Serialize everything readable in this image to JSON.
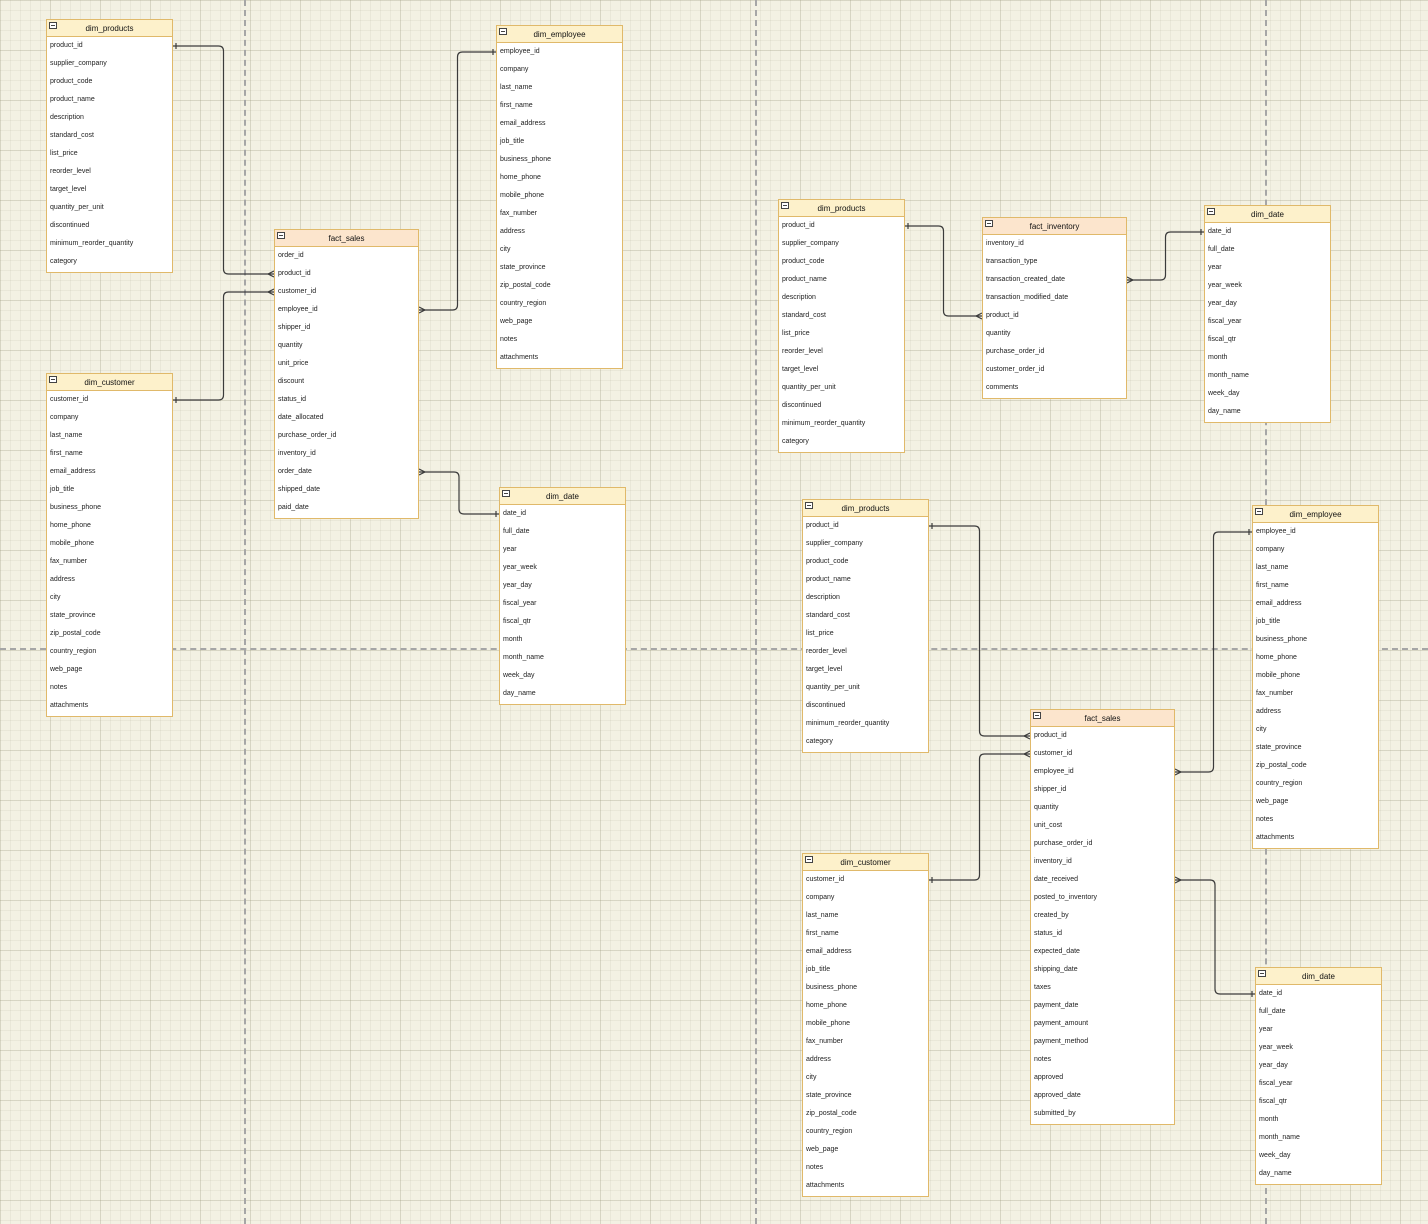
{
  "tables": [
    {
      "id": "t_products_1",
      "name": "dim_products",
      "kind": "dim",
      "columns": [
        "product_id",
        "supplier_company",
        "product_code",
        "product_name",
        "description",
        "standard_cost",
        "list_price",
        "reorder_level",
        "target_level",
        "quantity_per_unit",
        "discontinued",
        "minimum_reorder_quantity",
        "category"
      ]
    },
    {
      "id": "t_customer_1",
      "name": "dim_customer",
      "kind": "dim",
      "columns": [
        "customer_id",
        "company",
        "last_name",
        "first_name",
        "email_address",
        "job_title",
        "business_phone",
        "home_phone",
        "mobile_phone",
        "fax_number",
        "address",
        "city",
        "state_province",
        "zip_postal_code",
        "country_region",
        "web_page",
        "notes",
        "attachments"
      ]
    },
    {
      "id": "t_fact_sales_1",
      "name": "fact_sales",
      "kind": "fact",
      "columns": [
        "order_id",
        "product_id",
        "customer_id",
        "employee_id",
        "shipper_id",
        "quantity",
        "unit_price",
        "discount",
        "status_id",
        "date_allocated",
        "purchase_order_id",
        "inventory_id",
        "order_date",
        "shipped_date",
        "paid_date"
      ]
    },
    {
      "id": "t_employee_1",
      "name": "dim_employee",
      "kind": "dim",
      "columns": [
        "employee_id",
        "company",
        "last_name",
        "first_name",
        "email_address",
        "job_title",
        "business_phone",
        "home_phone",
        "mobile_phone",
        "fax_number",
        "address",
        "city",
        "state_province",
        "zip_postal_code",
        "country_region",
        "web_page",
        "notes",
        "attachments"
      ]
    },
    {
      "id": "t_date_1",
      "name": "dim_date",
      "kind": "dim",
      "columns": [
        "date_id",
        "full_date",
        "year",
        "year_week",
        "year_day",
        "fiscal_year",
        "fiscal_qtr",
        "month",
        "month_name",
        "week_day",
        "day_name"
      ]
    },
    {
      "id": "t_products_2",
      "name": "dim_products",
      "kind": "dim",
      "columns": [
        "product_id",
        "supplier_company",
        "product_code",
        "product_name",
        "description",
        "standard_cost",
        "list_price",
        "reorder_level",
        "target_level",
        "quantity_per_unit",
        "discontinued",
        "minimum_reorder_quantity",
        "category"
      ]
    },
    {
      "id": "t_fact_inventory",
      "name": "fact_inventory",
      "kind": "fact",
      "columns": [
        "inventory_id",
        "transaction_type",
        "transaction_created_date",
        "transaction_modified_date",
        "product_id",
        "quantity",
        "purchase_order_id",
        "customer_order_id",
        "comments"
      ]
    },
    {
      "id": "t_date_2",
      "name": "dim_date",
      "kind": "dim",
      "columns": [
        "date_id",
        "full_date",
        "year",
        "year_week",
        "year_day",
        "fiscal_year",
        "fiscal_qtr",
        "month",
        "month_name",
        "week_day",
        "day_name"
      ]
    },
    {
      "id": "t_products_3",
      "name": "dim_products",
      "kind": "dim",
      "columns": [
        "product_id",
        "supplier_company",
        "product_code",
        "product_name",
        "description",
        "standard_cost",
        "list_price",
        "reorder_level",
        "target_level",
        "quantity_per_unit",
        "discontinued",
        "minimum_reorder_quantity",
        "category"
      ]
    },
    {
      "id": "t_employee_2",
      "name": "dim_employee",
      "kind": "dim",
      "columns": [
        "employee_id",
        "company",
        "last_name",
        "first_name",
        "email_address",
        "job_title",
        "business_phone",
        "home_phone",
        "mobile_phone",
        "fax_number",
        "address",
        "city",
        "state_province",
        "zip_postal_code",
        "country_region",
        "web_page",
        "notes",
        "attachments"
      ]
    },
    {
      "id": "t_fact_sales_2",
      "name": "fact_sales",
      "kind": "fact",
      "columns": [
        "product_id",
        "customer_id",
        "employee_id",
        "shipper_id",
        "quantity",
        "unit_cost",
        "purchase_order_id",
        "inventory_id",
        "date_received",
        "posted_to_inventory",
        "created_by",
        "status_id",
        "expected_date",
        "shipping_date",
        "taxes",
        "payment_date",
        "payment_amount",
        "payment_method",
        "notes",
        "approved",
        "approved_date",
        "submitted_by"
      ]
    },
    {
      "id": "t_customer_2",
      "name": "dim_customer",
      "kind": "dim",
      "columns": [
        "customer_id",
        "company",
        "last_name",
        "first_name",
        "email_address",
        "job_title",
        "business_phone",
        "home_phone",
        "mobile_phone",
        "fax_number",
        "address",
        "city",
        "state_province",
        "zip_postal_code",
        "country_region",
        "web_page",
        "notes",
        "attachments"
      ]
    },
    {
      "id": "t_date_3",
      "name": "dim_date",
      "kind": "dim",
      "columns": [
        "date_id",
        "full_date",
        "year",
        "year_week",
        "year_day",
        "fiscal_year",
        "fiscal_qtr",
        "month",
        "month_name",
        "week_day",
        "day_name"
      ]
    }
  ],
  "relationships": [
    {
      "from": "t_products_1",
      "from_col": "product_id",
      "to": "t_fact_sales_1",
      "to_col": "product_id"
    },
    {
      "from": "t_customer_1",
      "from_col": "customer_id",
      "to": "t_fact_sales_1",
      "to_col": "customer_id"
    },
    {
      "from": "t_employee_1",
      "from_col": "employee_id",
      "to": "t_fact_sales_1",
      "to_col": "employee_id"
    },
    {
      "from": "t_date_1",
      "from_col": "date_id",
      "to": "t_fact_sales_1",
      "to_col": "order_date"
    },
    {
      "from": "t_products_2",
      "from_col": "product_id",
      "to": "t_fact_inventory",
      "to_col": "product_id"
    },
    {
      "from": "t_date_2",
      "from_col": "date_id",
      "to": "t_fact_inventory",
      "to_col": "transaction_created_date"
    },
    {
      "from": "t_products_3",
      "from_col": "product_id",
      "to": "t_fact_sales_2",
      "to_col": "product_id"
    },
    {
      "from": "t_customer_2",
      "from_col": "customer_id",
      "to": "t_fact_sales_2",
      "to_col": "customer_id"
    },
    {
      "from": "t_employee_2",
      "from_col": "employee_id",
      "to": "t_fact_sales_2",
      "to_col": "employee_id"
    },
    {
      "from": "t_date_3",
      "from_col": "date_id",
      "to": "t_fact_sales_2",
      "to_col": "date_received"
    }
  ],
  "colors": {
    "dim_header": "#fdf1cb",
    "fact_header": "#fce5cd",
    "table_border": "#e0b96a",
    "connector": "#3b3b3b",
    "page_break": "#a6a6a6",
    "canvas": "#f3f1e3"
  },
  "icons": {
    "table_header": "collapse-icon"
  }
}
